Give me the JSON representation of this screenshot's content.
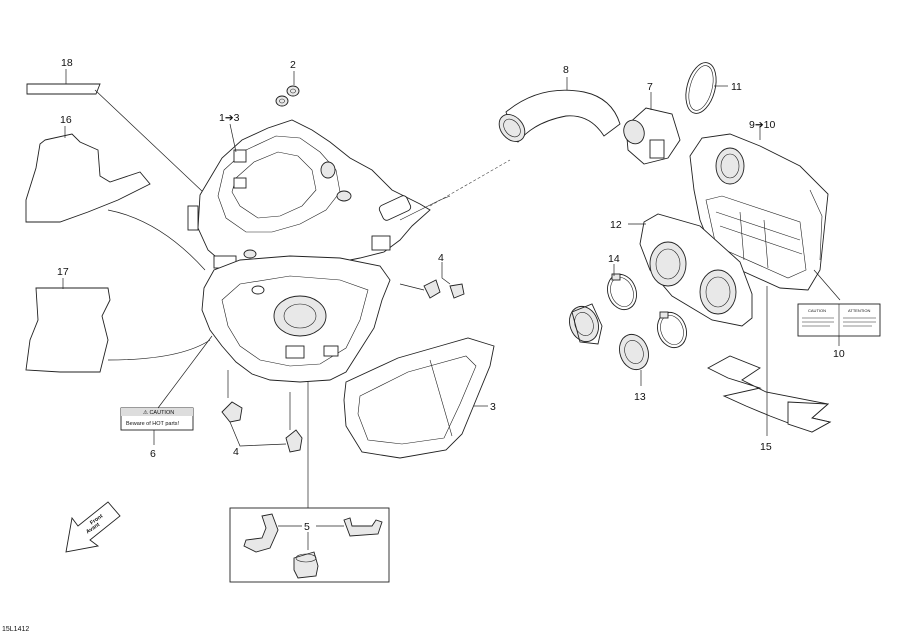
{
  "callouts": {
    "c1": "1➔3",
    "c2": "2",
    "c3": "3",
    "c4a": "4",
    "c4b": "4",
    "c5": "5",
    "c6": "6",
    "c7": "7",
    "c8": "8",
    "c9": "9➔10",
    "c10": "10",
    "c11": "11",
    "c12": "12",
    "c13": "13",
    "c14": "14",
    "c15": "15",
    "c16": "16",
    "c17": "17",
    "c18": "18"
  },
  "labels": {
    "caution_title": "⚠ CAUTION",
    "caution_text": "Beware of HOT parts!",
    "caution_small": "CAUTION",
    "attention_small": "ATTENTION",
    "front": "Front",
    "avant": "Avant"
  },
  "figure_code": "15L1412"
}
